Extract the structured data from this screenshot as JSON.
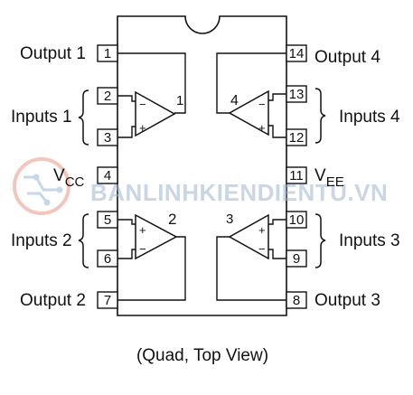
{
  "pins": {
    "p1": "1",
    "p2": "2",
    "p3": "3",
    "p4": "4",
    "p5": "5",
    "p6": "6",
    "p7": "7",
    "p8": "8",
    "p9": "9",
    "p10": "10",
    "p11": "11",
    "p12": "12",
    "p13": "13",
    "p14": "14"
  },
  "labels": {
    "output1": "Output 1",
    "inputs1": "Inputs 1",
    "vcc_main": "V",
    "vcc_sub": "CC",
    "inputs2": "Inputs 2",
    "output2": "Output 2",
    "output4": "Output 4",
    "inputs4": "Inputs 4",
    "vee_main": "V",
    "vee_sub": "EE",
    "inputs3": "Inputs 3",
    "output3": "Output 3"
  },
  "amps": {
    "a1": "1",
    "a2": "2",
    "a3": "3",
    "a4": "4"
  },
  "signs": {
    "minus": "−",
    "plus": "+"
  },
  "caption": "(Quad, Top View)",
  "watermark": "BANLINHKIENDIENTU.VN",
  "colors": {
    "ink": "#111111",
    "watermark": "#9fb6cf",
    "logo": "#e4836f"
  }
}
